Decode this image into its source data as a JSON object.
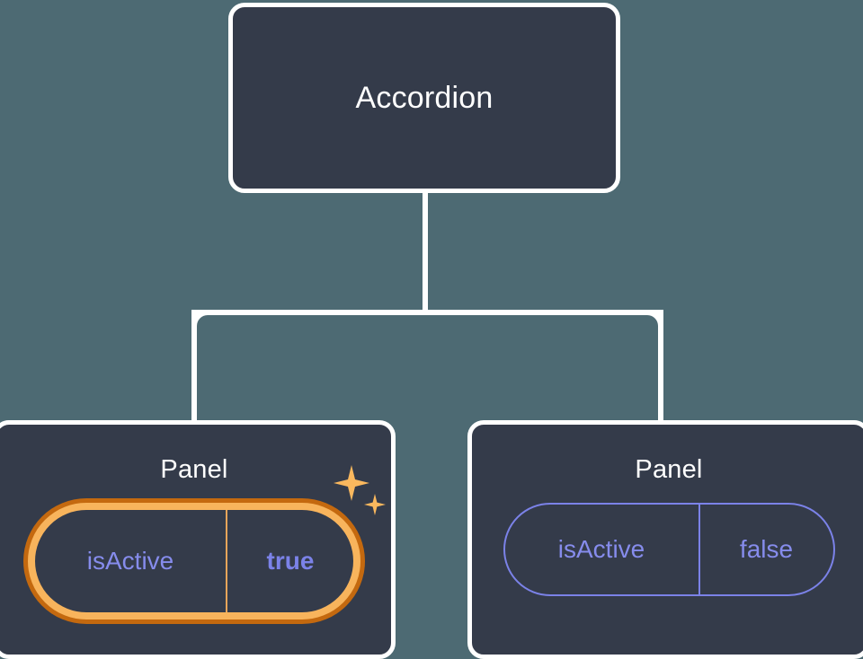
{
  "diagram": {
    "type": "component-tree",
    "background_color": "#4d6a73",
    "node_fill_color": "#343b4a",
    "node_border_color": "#ffffff",
    "connector_color": "#ffffff",
    "root": {
      "label": "Accordion"
    },
    "children": [
      {
        "label": "Panel",
        "highlighted": true,
        "prop": {
          "key": "isActive",
          "value": "true"
        },
        "pill_border_color": "#f8b45c",
        "pill_glow_color": "#c4690f",
        "key_color": "#868cec",
        "value_color": "#7b82e8",
        "sparkles": [
          {
            "name": "sparkle-large-icon"
          },
          {
            "name": "sparkle-small-icon"
          }
        ]
      },
      {
        "label": "Panel",
        "highlighted": false,
        "prop": {
          "key": "isActive",
          "value": "false"
        },
        "pill_border_color": "#7b82e8",
        "key_color": "#868cec",
        "value_color": "#868cec"
      }
    ]
  }
}
